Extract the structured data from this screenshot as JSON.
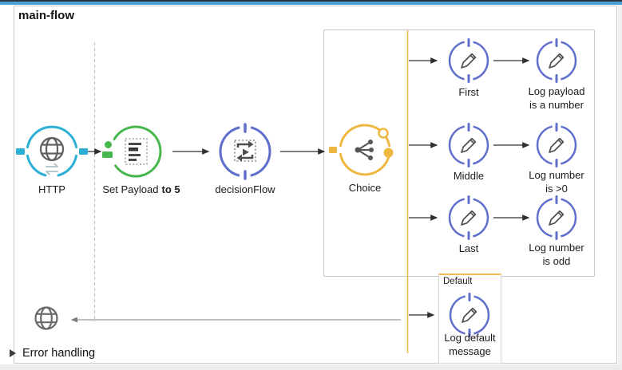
{
  "window": {
    "accent_color": "#4d9fd8"
  },
  "flow": {
    "title": "main-flow",
    "nodes": {
      "http": {
        "label": "HTTP",
        "icon": "globe-icon",
        "color": "#2bafd4"
      },
      "set_payload": {
        "label": "Set Payload",
        "label_bold": "to 5",
        "icon": "set-payload-icon",
        "color": "#47b64d"
      },
      "decision_flow": {
        "label": "decisionFlow",
        "icon": "flow-reference-icon",
        "color": "#5f6fcb"
      },
      "choice": {
        "label": "Choice",
        "icon": "choice-router-icon",
        "color": "#eeb840"
      }
    },
    "branches": [
      {
        "name": {
          "label": "First",
          "icon": "pencil-icon"
        },
        "logger": {
          "label": "Log payload\nis a number",
          "icon": "pencil-icon"
        }
      },
      {
        "name": {
          "label": "Middle",
          "icon": "pencil-icon"
        },
        "logger": {
          "label": "Log number\nis >0",
          "icon": "pencil-icon"
        }
      },
      {
        "name": {
          "label": "Last",
          "icon": "pencil-icon"
        },
        "logger": {
          "label": "Log number\nis odd",
          "icon": "pencil-icon"
        }
      }
    ],
    "default_route": {
      "title": "Default",
      "logger": {
        "label": "Log default\nmessage",
        "icon": "pencil-icon"
      }
    },
    "response_endpoint": {
      "icon": "globe-icon"
    },
    "error_handling": {
      "label": "Error handling",
      "icon": "expand-triangle-icon"
    }
  }
}
